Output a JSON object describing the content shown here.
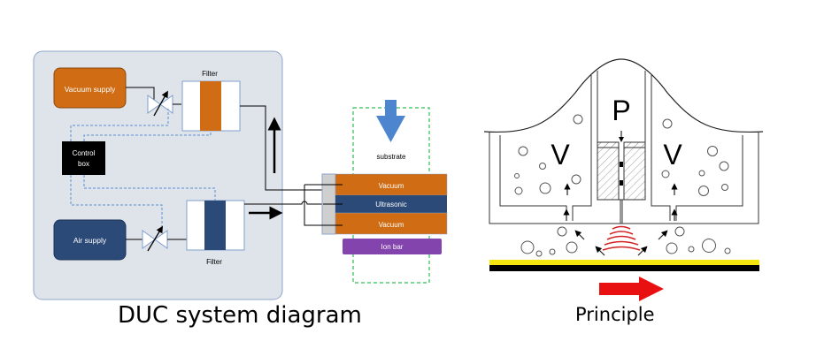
{
  "system_diagram": {
    "caption": "DUC system diagram",
    "vacuum_supply": "Vacuum supply",
    "air_supply": "Air supply",
    "control_box_line1": "Control",
    "control_box_line2": "box",
    "filter_top": "Filter",
    "filter_bottom": "Filter",
    "substrate": "substrate",
    "head_layers": [
      "Vacuum",
      "Ultrasonic",
      "Vacuum"
    ],
    "ion_bar": "Ion bar",
    "colors": {
      "panel_bg": "#dfe3ea",
      "panel_border": "#8fa6c9",
      "vacuum": "#d06c13",
      "air": "#2b4a78",
      "ion_bar": "#8344ad",
      "control_line": "#5b8fd6",
      "substrate_frame": "#2fbf55",
      "substrate_arrow": "#4d86cf"
    }
  },
  "principle_diagram": {
    "caption": "Principle",
    "pressure_label": "P",
    "vacuum_left_label": "V",
    "vacuum_right_label": "V",
    "colors": {
      "film_top": "#f5e60f",
      "film_bottom": "#000000",
      "motion_arrow": "#e81010",
      "ultrasonic_waves": "#d42222"
    }
  }
}
